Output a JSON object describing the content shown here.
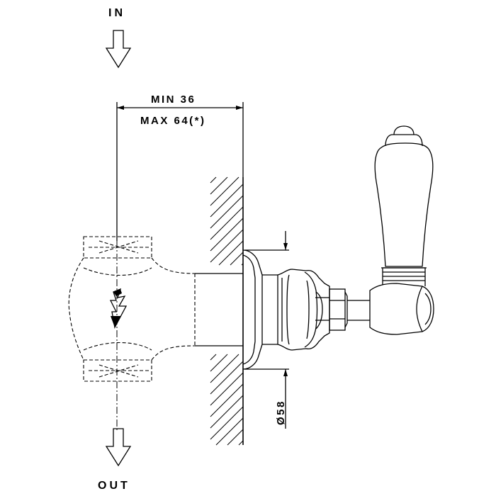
{
  "labels": {
    "inlet": "IN",
    "outlet": "OUT",
    "dim_min": "MIN 36",
    "dim_max": "MAX 64(*)",
    "diameter": "Ø58"
  }
}
